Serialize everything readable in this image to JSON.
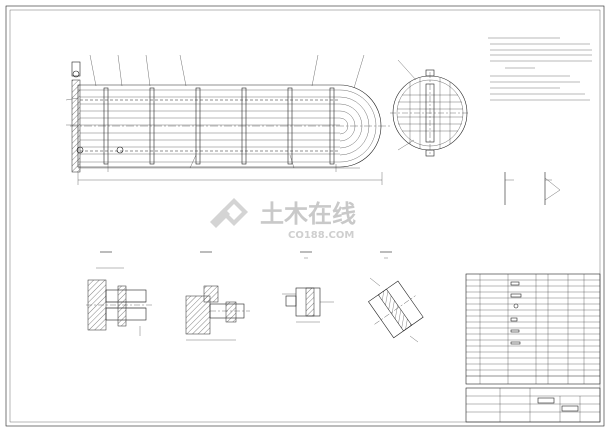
{
  "watermark": {
    "cn": "土木在线",
    "url": "CO188.COM",
    "color": "#c9c9c9"
  },
  "drawing": {
    "line_color": "#222222",
    "background": "#ffffff",
    "technical_notes_lines": 8,
    "parts_table_rows": 20
  },
  "icons": [
    "watermark-logo-icon"
  ]
}
